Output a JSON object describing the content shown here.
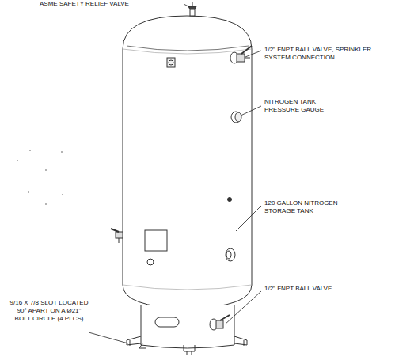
{
  "diagram": {
    "labels": [
      "ASME SAFETY RELIEF VALVE",
      "1/2\" FNPT BALL VALVE, SPRINKLER SYSTEM CONNECTION",
      "NITROGEN TANK PRESSURE GAUGE",
      "120 GALLON NITROGEN STORAGE TANK",
      "1/2\" FNPT BALL VALVE",
      "9/16 X 7/8 SLOT LOCATED 90° APART ON A Ø21\" BOLT CIRCLE (4 PLCS)"
    ]
  }
}
